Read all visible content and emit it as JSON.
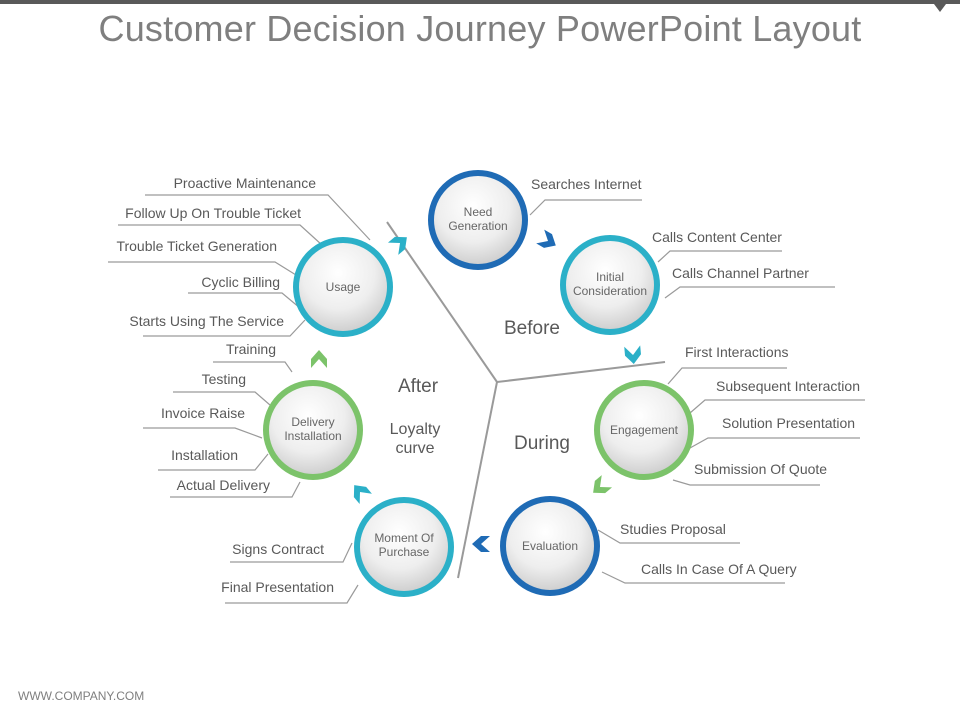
{
  "title": "Customer Decision Journey PowerPoint Layout",
  "footer": "WWW.COMPANY.COM",
  "colors": {
    "dark_blue": "#1f6bb5",
    "light_blue": "#2bb0c8",
    "green": "#7cc36a",
    "line_gray": "#9a9a9a",
    "text_gray": "#595959"
  },
  "zones": {
    "before": "Before",
    "during": "During",
    "after": "After"
  },
  "loyalty": {
    "line1": "Loyalty",
    "line2": "curve"
  },
  "stages": {
    "need": {
      "line1": "Need",
      "line2": "Generation"
    },
    "initial": {
      "line1": "Initial",
      "line2": "Consideration"
    },
    "engagement": {
      "line1": "Engagement"
    },
    "evaluation": {
      "line1": "Evaluation"
    },
    "moment": {
      "line1": "Moment Of",
      "line2": "Purchase"
    },
    "delivery": {
      "line1": "Delivery",
      "line2": "Installation"
    },
    "usage": {
      "line1": "Usage"
    }
  },
  "labels": {
    "proactive_maintenance": "Proactive Maintenance",
    "follow_up": "Follow Up On Trouble Ticket",
    "trouble_ticket": "Trouble  Ticket Generation",
    "cyclic_billing": "Cyclic Billing",
    "starts_using": "Starts Using The Service",
    "training": "Training",
    "testing": "Testing",
    "invoice_raise": "Invoice Raise",
    "installation": "Installation",
    "actual_delivery": "Actual Delivery",
    "signs_contract": "Signs  Contract",
    "final_presentation": "Final Presentation",
    "searches_internet": "Searches Internet",
    "calls_content": "Calls Content Center",
    "calls_channel": "Calls Channel Partner",
    "first_interactions": "First Interactions",
    "subsequent_interaction": "Subsequent Interaction",
    "solution_presentation": "Solution Presentation",
    "submission_quote": "Submission Of Quote",
    "studies_proposal": "Studies Proposal",
    "calls_query": "Calls In Case Of A Query"
  }
}
